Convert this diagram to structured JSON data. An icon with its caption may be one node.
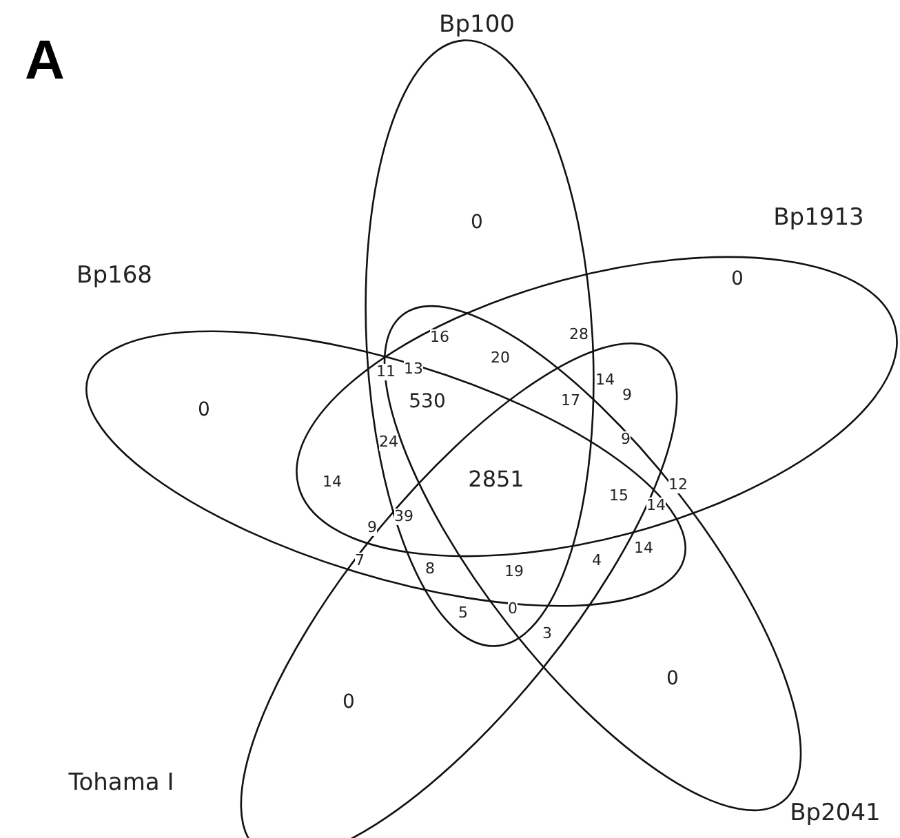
{
  "diagram": {
    "nodes": [
      {
        "text": [
          "Bp100"
        ]
      },
      {
        "text": [
          "Bp1913"
        ]
      },
      {
        "text": [
          "Bp168"
        ]
      },
      {
        "text": [
          "Tohama I"
        ]
      },
      {
        "text": [
          "Bp2041"
        ]
      }
    ],
    "labels": [
      "A",
      "0",
      "0",
      "0",
      "16",
      "28",
      "11",
      "13",
      "20",
      "14",
      "530",
      "17",
      "9",
      "24",
      "9",
      "14",
      "2851",
      "12",
      "15",
      "14",
      "39",
      "9",
      "7",
      "14",
      "4",
      "8",
      "19",
      "5",
      "0",
      "3",
      "0",
      "0"
    ]
  }
}
